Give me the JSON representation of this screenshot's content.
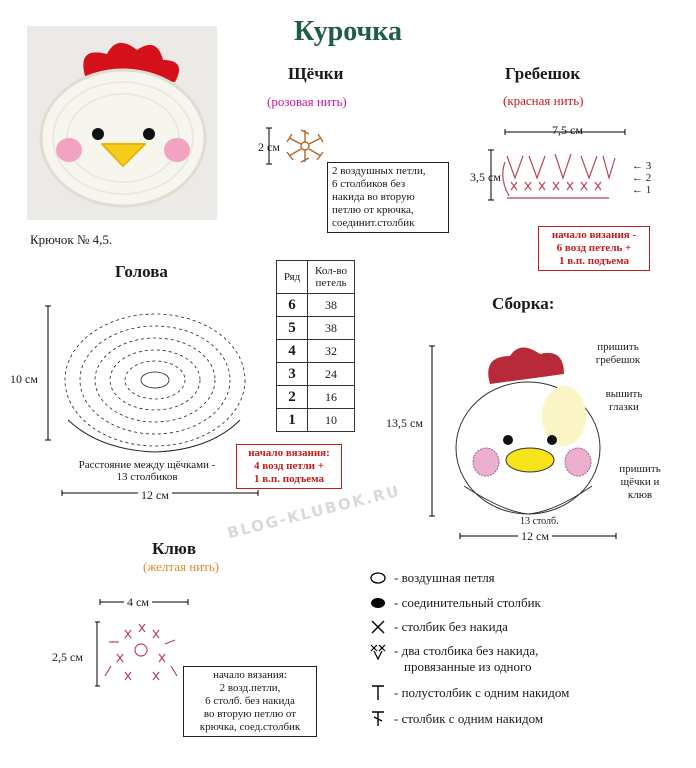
{
  "title": "Курочка",
  "hook": "Крючок № 4,5.",
  "cheeks": {
    "heading": "Щёчки",
    "thread": "(розовая нить)",
    "size": "2 см",
    "note": [
      "2 воздушных петли,",
      "6 столбиков без",
      "накида во вторую",
      "петлю от крючка,",
      "соединит.столбик"
    ]
  },
  "comb": {
    "heading": "Гребешок",
    "thread": "(красная нить)",
    "width": "7,5 см",
    "height": "3,5 см",
    "row_labels": [
      "3",
      "2",
      "1"
    ],
    "start_note": [
      "начало вязания -",
      "6 возд петель +",
      "1 в.п. подъема"
    ]
  },
  "head": {
    "heading": "Голова",
    "height": "10 см",
    "width": "12 см",
    "cheek_distance": [
      "Расстояние между щёчками -",
      "13 столбиков"
    ],
    "start_note": [
      "начало вязания:",
      "4 возд петли +",
      "1 в.п. подъема"
    ]
  },
  "rows_table": {
    "header_row": "Ряд",
    "header_count": "Кол-во петель",
    "rows": [
      {
        "row": "6",
        "count": "38"
      },
      {
        "row": "5",
        "count": "38"
      },
      {
        "row": "4",
        "count": "32"
      },
      {
        "row": "3",
        "count": "24"
      },
      {
        "row": "2",
        "count": "16"
      },
      {
        "row": "1",
        "count": "10"
      }
    ]
  },
  "assembly": {
    "heading": "Сборка:",
    "height": "13,5 см",
    "width": "12 см",
    "stitches": "13 столб.",
    "labels": [
      "пришить гребешок",
      "вышить глазки",
      "пришить щёчки и клюв"
    ]
  },
  "beak": {
    "heading": "Клюв",
    "thread": "(желтая нить)",
    "width": "4 см",
    "height": "2,5 см",
    "note": [
      "начало вязания:",
      "2 возд.петли,",
      "6 столб. без накида",
      "во вторую петлю от",
      "крючка, соед.столбик"
    ]
  },
  "legend": [
    {
      "icon": "chain-stitch-icon",
      "text": "- воздушная петля"
    },
    {
      "icon": "slip-stitch-icon",
      "text": "- соединительный столбик"
    },
    {
      "icon": "single-crochet-icon",
      "text": "- столбик без накида"
    },
    {
      "icon": "increase-icon",
      "text": "- два столбика без накида,",
      "text2": "провязанные из одного"
    },
    {
      "icon": "half-double-crochet-icon",
      "text": "- полустолбик с одним накидом"
    },
    {
      "icon": "double-crochet-icon",
      "text": "- столбик с одним накидом"
    }
  ],
  "watermark": "BLOG-KLUBOK.RU",
  "colors": {
    "title": "#1f5c4c",
    "comb": "#c51b1b",
    "cheeks": "#c2189b",
    "beak": "#e0882c"
  }
}
